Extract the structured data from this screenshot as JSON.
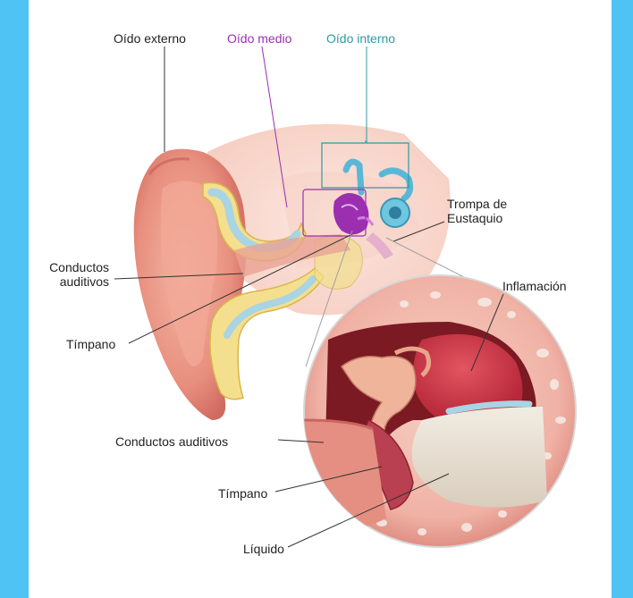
{
  "labels": {
    "outer_ear": "Oído externo",
    "middle_ear": "Oído medio",
    "inner_ear": "Oído interno",
    "eustachian_tube_line1": "Trompa de",
    "eustachian_tube_line2": "Eustaquio",
    "ear_canals_line1": "Conductos",
    "ear_canals_line2": "auditivos",
    "inflammation": "Inflamación",
    "eardrum": "Tímpano",
    "ear_canals_detail": "Conductos auditivos",
    "eardrum_detail": "Tímpano",
    "fluid": "Líquido"
  },
  "colors": {
    "frame": "#4fc3f3",
    "background": "#ffffff",
    "label_text": "#222222",
    "middle_ear_accent": "#9b2fb0",
    "inner_ear_accent": "#2c9aa6"
  }
}
